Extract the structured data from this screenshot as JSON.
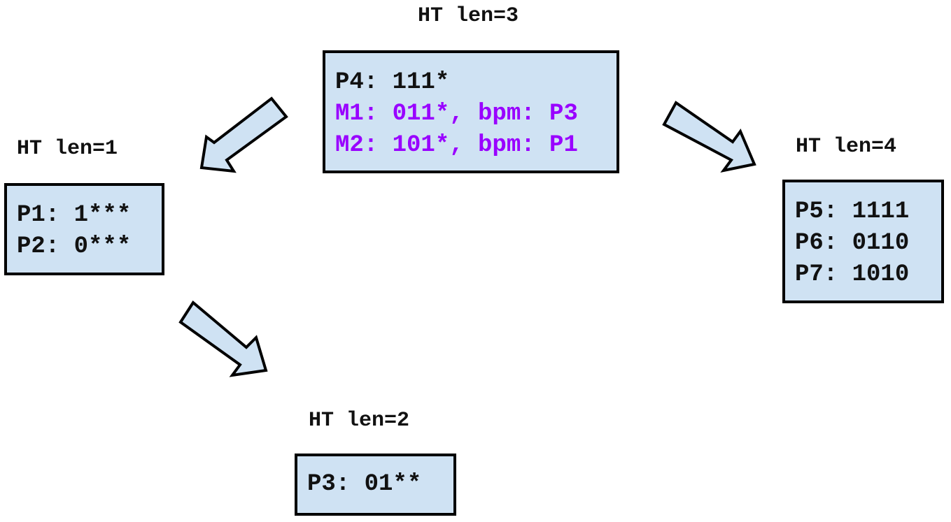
{
  "nodes": {
    "len3": {
      "label": "HT len=3",
      "rows": [
        {
          "text": "P4: 111*",
          "color": "#111111"
        },
        {
          "text": "M1: 011*, bpm: P3",
          "color": "#9900ff"
        },
        {
          "text": "M2: 101*, bpm: P1",
          "color": "#9900ff"
        }
      ]
    },
    "len1": {
      "label": "HT len=1",
      "rows": [
        {
          "text": "P1: 1***",
          "color": "#111111"
        },
        {
          "text": "P2: 0***",
          "color": "#111111"
        }
      ]
    },
    "len4": {
      "label": "HT len=4",
      "rows": [
        {
          "text": "P5: 1111",
          "color": "#111111"
        },
        {
          "text": "P6: 0110",
          "color": "#111111"
        },
        {
          "text": "P7: 1010",
          "color": "#111111"
        }
      ]
    },
    "len2": {
      "label": "HT len=2",
      "rows": [
        {
          "text": "P3: 01**",
          "color": "#111111"
        }
      ]
    }
  },
  "edges": [
    {
      "from": "HT len=3",
      "to": "HT len=1"
    },
    {
      "from": "HT len=3",
      "to": "HT len=4"
    },
    {
      "from": "HT len=1",
      "to": "HT len=2"
    }
  ],
  "colors": {
    "box_fill": "#cfe2f3",
    "border": "#000000",
    "marker_highlight": "#9900ff"
  }
}
